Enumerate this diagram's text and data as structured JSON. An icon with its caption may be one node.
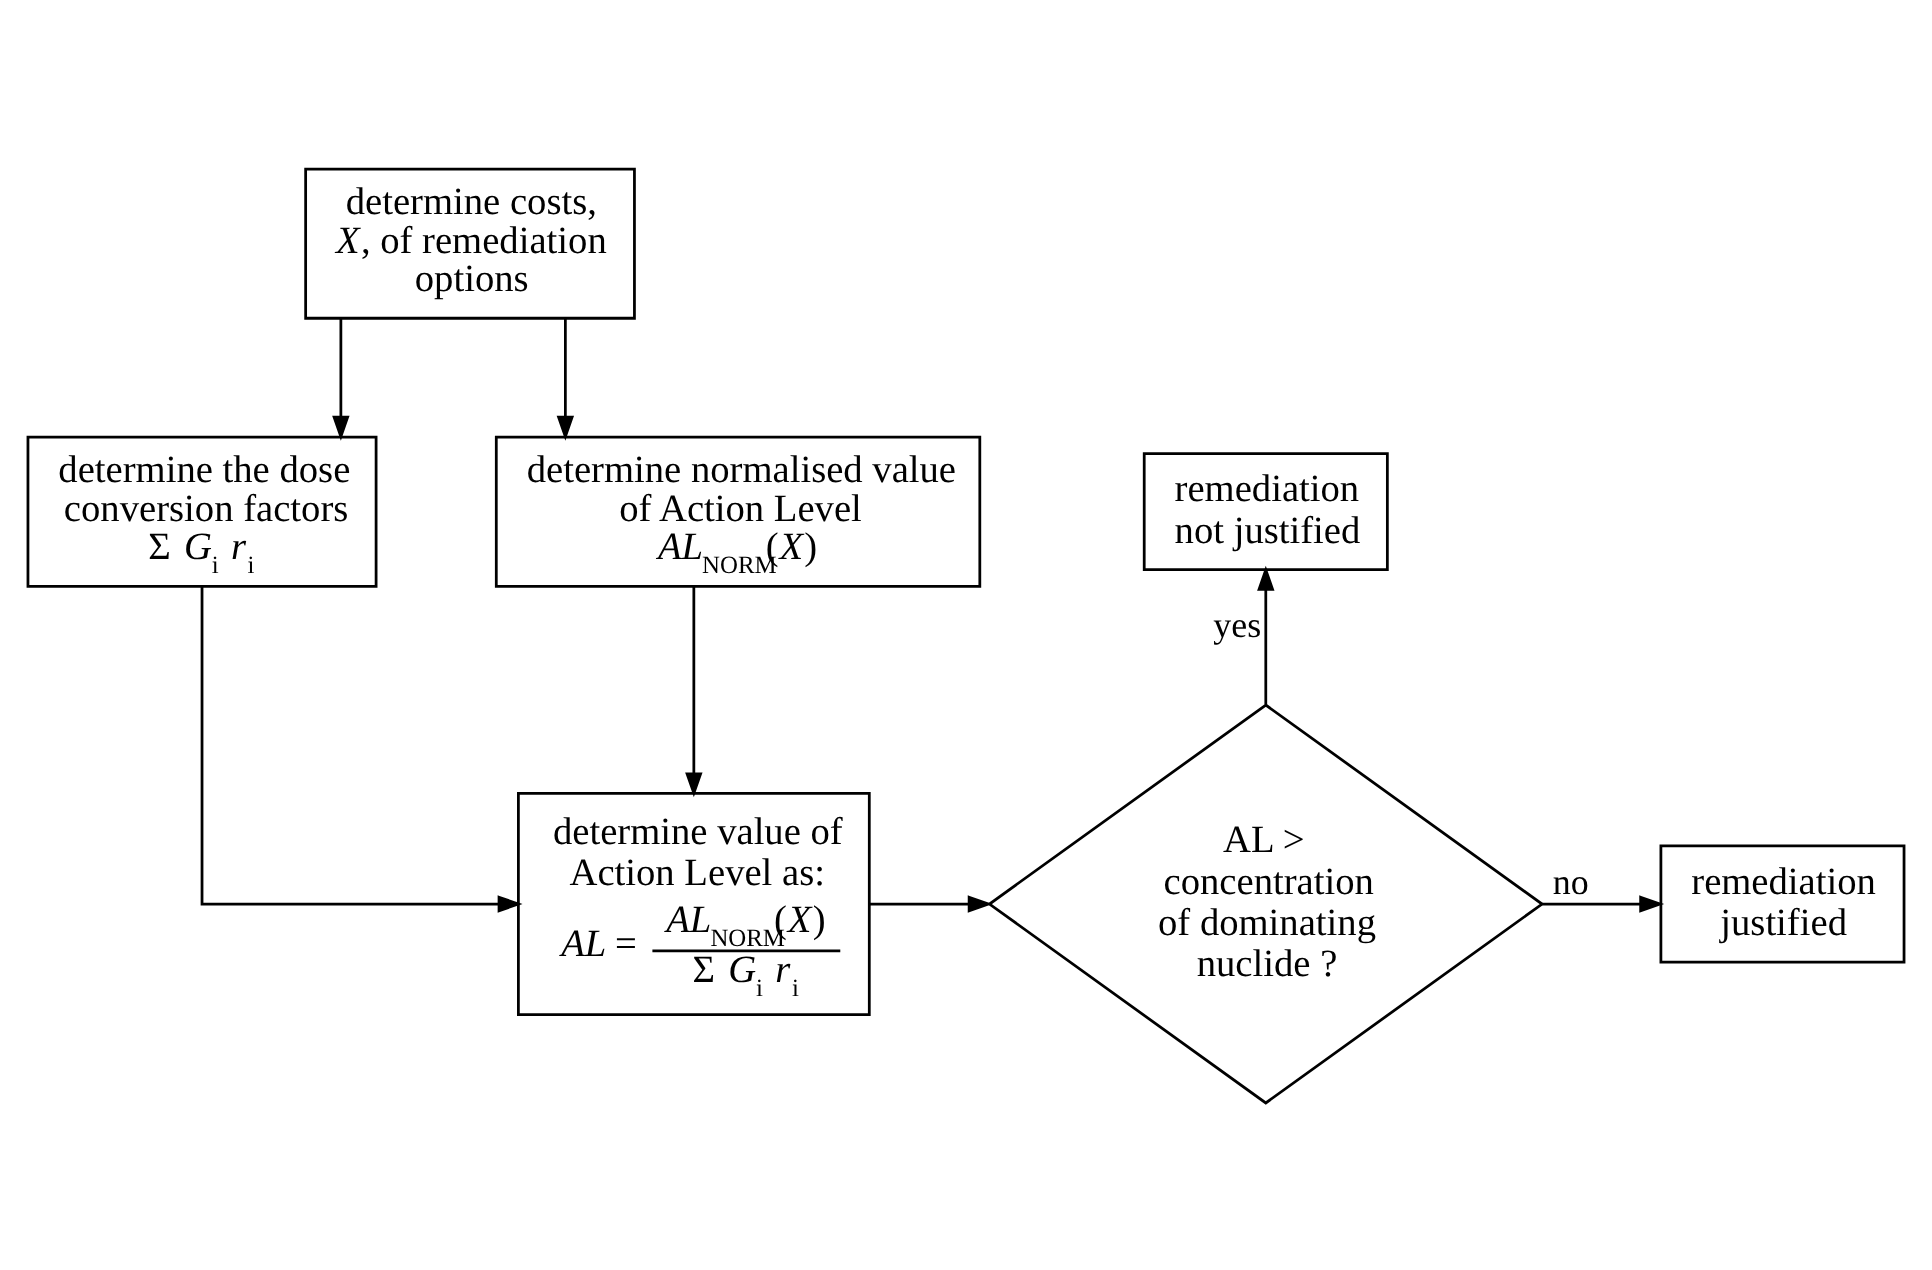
{
  "diagram": {
    "nodes": [
      {
        "text": [
          "determine costs, *X*, of remediation options"
        ]
      },
      {
        "text": [
          "determine the dose conversion factors",
          "Σ *G*$_{i}$ *r*$_{i}$"
        ]
      },
      {
        "text": [
          "determine normalised value of Action Level",
          "*AL*$_{NORM}$(*X*)"
        ]
      },
      {
        "text": [
          "determine value of Action Level as:",
          "*AL* =",
          "*AL*$_{NORM}$(*X*)",
          "Σ *G*$_{i}$ *r*$_{i}$"
        ]
      },
      {
        "text": [
          "AL > concentration of dominating nuclide ?"
        ]
      },
      {
        "text": [
          "remediation not justified"
        ]
      },
      {
        "text": [
          "remediation justified"
        ]
      }
    ],
    "edges": [
      {
        "from": 0,
        "to": 1,
        "arrow": "to"
      },
      {
        "from": 0,
        "to": 2,
        "arrow": "to"
      },
      {
        "from": 1,
        "to": 3,
        "arrow": "to"
      },
      {
        "from": 2,
        "to": 3,
        "arrow": "to"
      },
      {
        "from": 3,
        "to": 4,
        "arrow": "to"
      },
      {
        "from": 4,
        "to": 5,
        "label": "yes",
        "arrow": "to"
      },
      {
        "from": 4,
        "to": 6,
        "label": "no",
        "arrow": "to"
      }
    ]
  }
}
